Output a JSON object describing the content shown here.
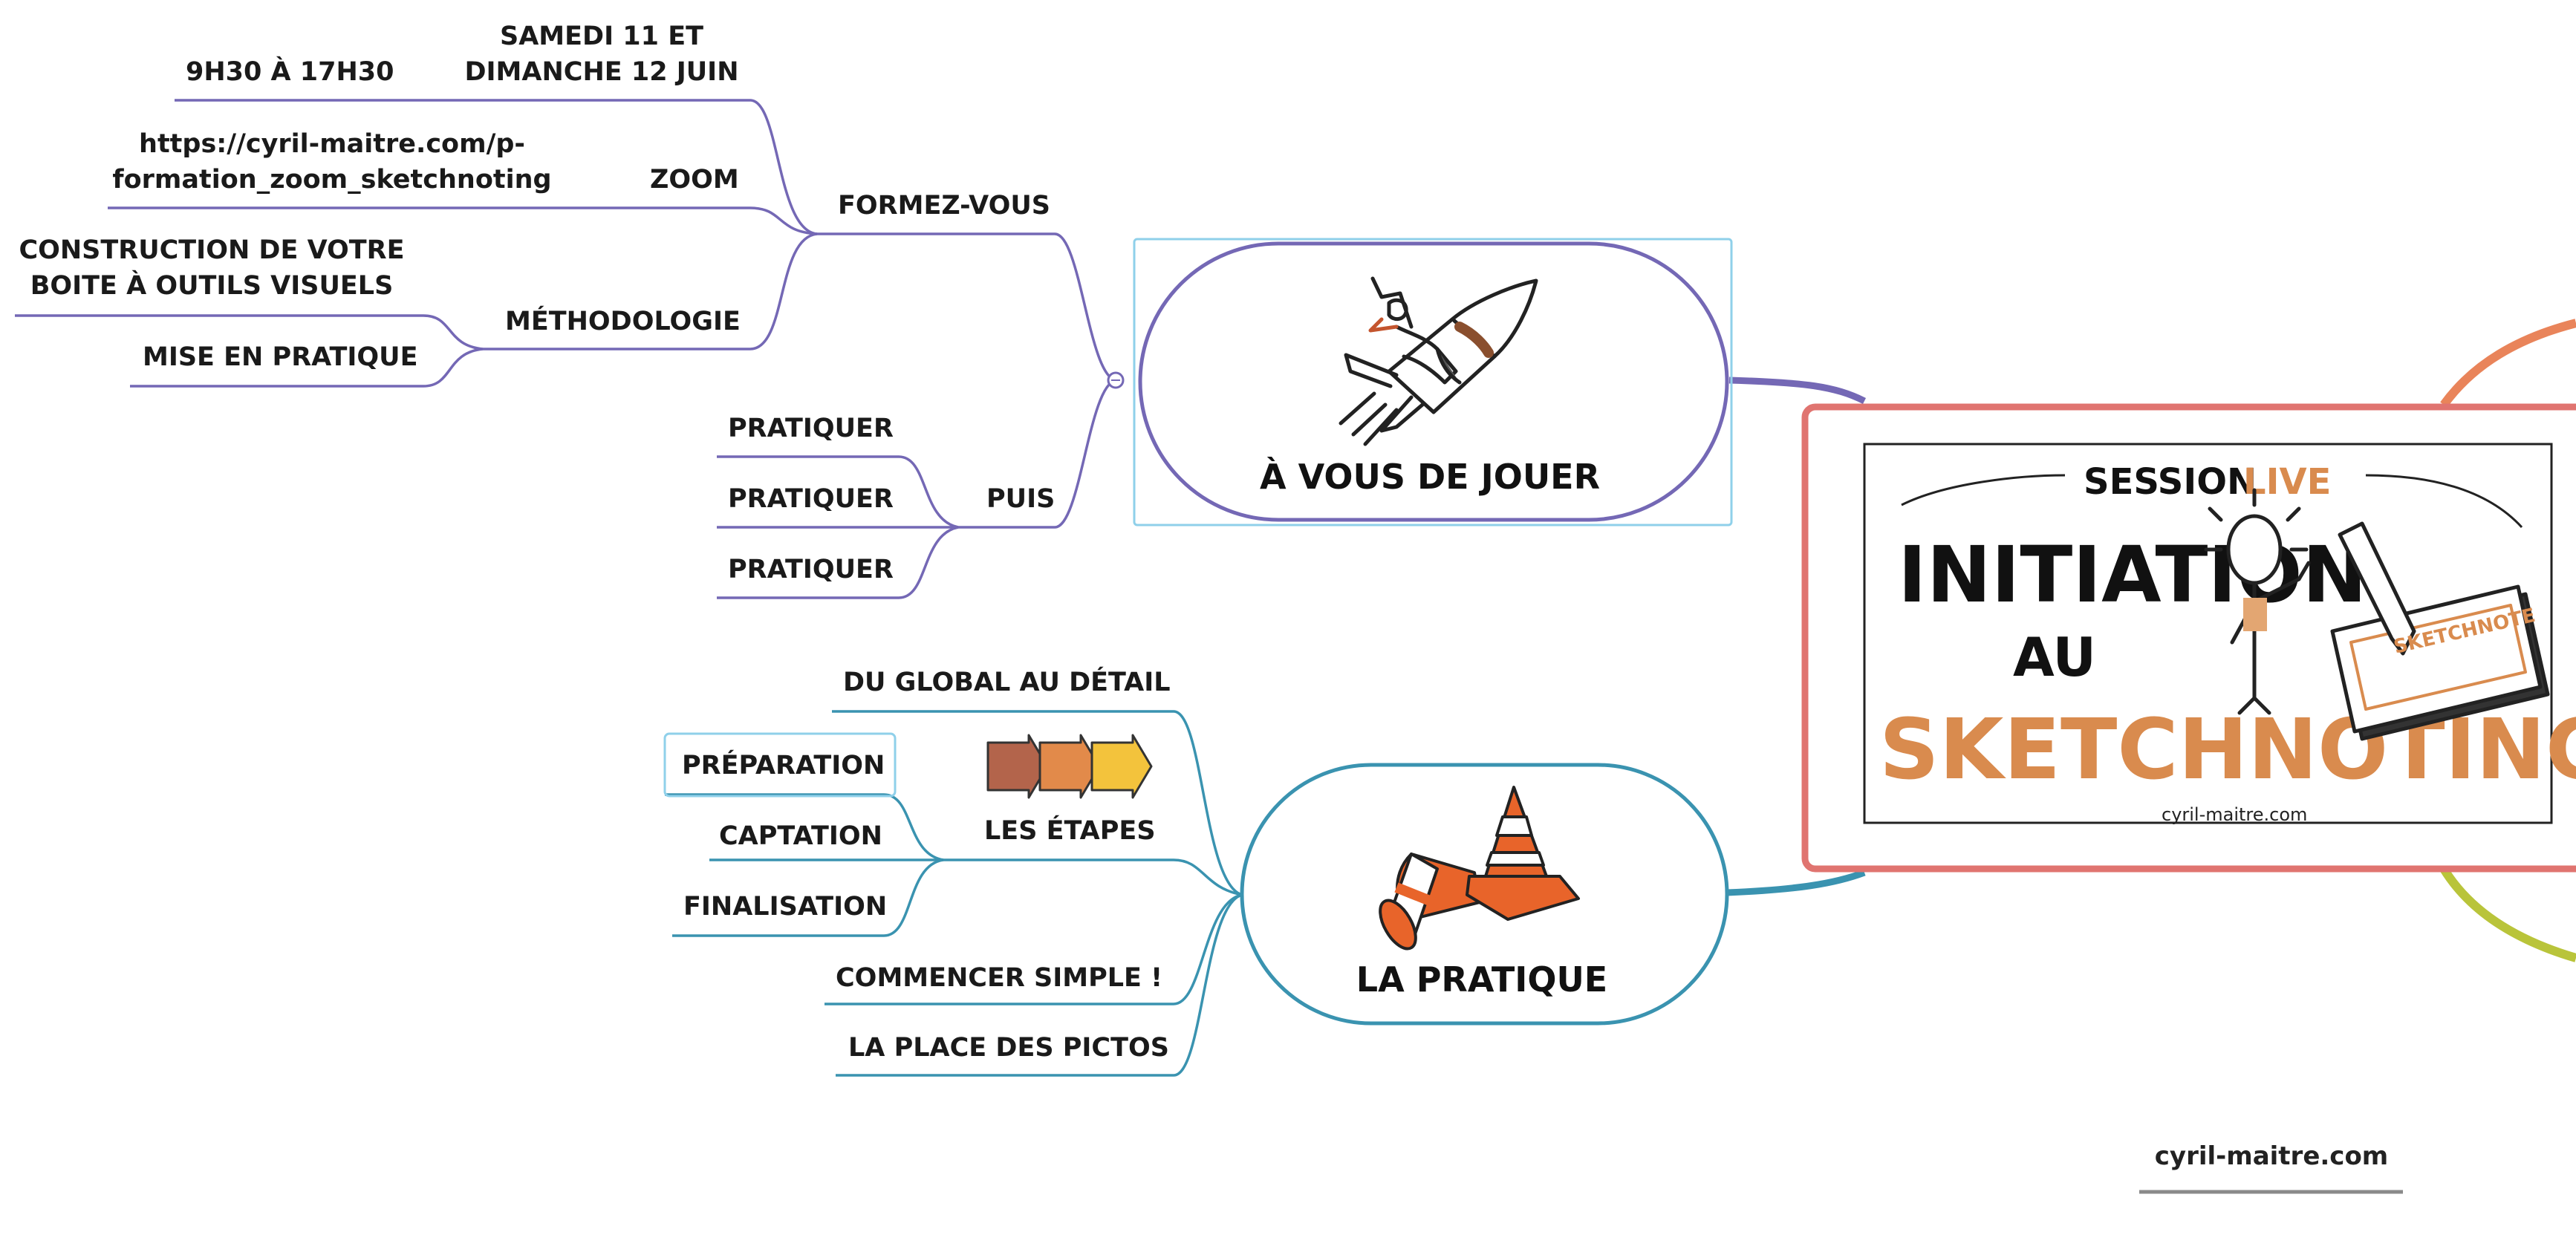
{
  "colors": {
    "purple": "#7468b5",
    "teal": "#3a93b0",
    "salmon": "#e07470",
    "orange": "#e9845a",
    "lime": "#b9c43a",
    "selection": "#8fd0ea"
  },
  "topics": {
    "a_vous_de_jouer": {
      "title": "À VOUS DE JOUER",
      "icon": "rocket-rider-icon",
      "branches": {
        "formez_vous": {
          "label": "FORMEZ-VOUS",
          "date": {
            "line1": "SAMEDI 11 ET",
            "line2": "DIMANCHE 12 JUIN",
            "hours": "9H30 À 17H30"
          },
          "zoom": {
            "label": "ZOOM",
            "url_line1": "https://cyril-maitre.com/p-",
            "url_line2": "formation_zoom_sketchnoting"
          },
          "methodologie": {
            "label": "MÉTHODOLOGIE",
            "item1_line1": "CONSTRUCTION DE VOTRE",
            "item1_line2": "BOITE À OUTILS VISUELS",
            "item2": "MISE EN PRATIQUE"
          }
        },
        "puis": {
          "label": "PUIS",
          "items": [
            "PRATIQUER",
            "PRATIQUER",
            "PRATIQUER"
          ]
        }
      }
    },
    "la_pratique": {
      "title": "LA PRATIQUE",
      "icon": "traffic-cones-icon",
      "branches": {
        "global": "DU GLOBAL AU DÉTAIL",
        "etapes": {
          "label": "LES ÉTAPES",
          "icon": "arrow-steps-icon",
          "items": [
            "PRÉPARATION",
            "CAPTATION",
            "FINALISATION"
          ]
        },
        "simple": "COMMENCER SIMPLE !",
        "pictos": "LA PLACE DES PICTOS"
      }
    }
  },
  "central": {
    "session": "SESSION",
    "live": "LIVE",
    "line1": "INITIATION",
    "line2": "AU",
    "line3": "SKETCHNOTING",
    "badge": "SKETCHNOTE",
    "credit": "cyril-maitre.com"
  },
  "footer": {
    "site": "cyril-maitre.com"
  }
}
